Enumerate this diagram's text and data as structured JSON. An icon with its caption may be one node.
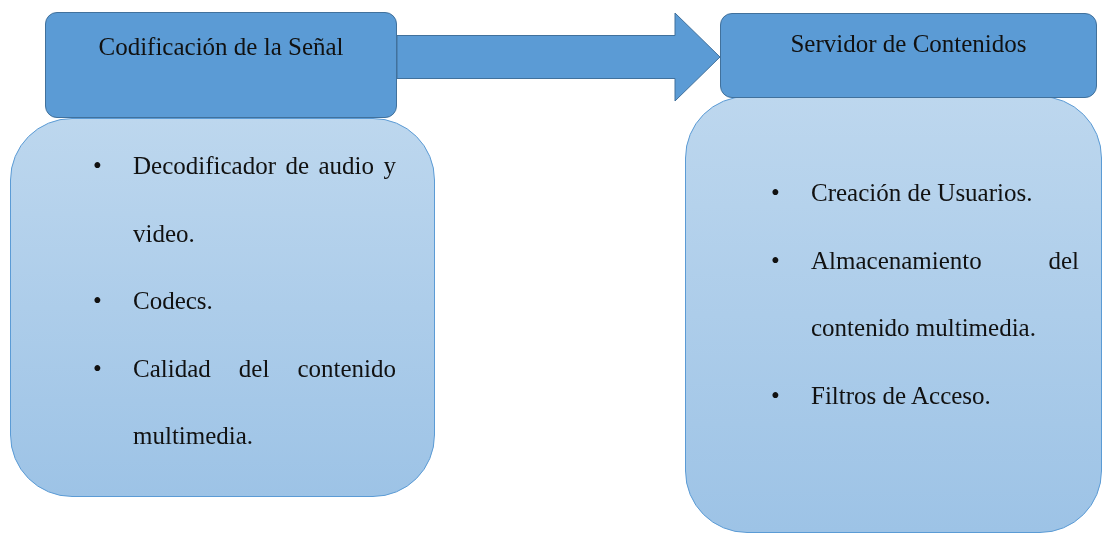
{
  "diagram": {
    "nodes": [
      {
        "text": [
          "Codificación de la Señal"
        ]
      },
      {
        "text": [
          "Decodificador de audio y video.",
          "Codecs.",
          "Calidad del contenido multimedia."
        ]
      },
      {
        "text": [
          "Servidor de Contenidos"
        ]
      },
      {
        "text": [
          "Creación de Usuarios.",
          "Almacenamiento del contenido multimedia.",
          "Filtros de Acceso."
        ]
      }
    ],
    "labels": [
      "•",
      "•",
      "•",
      "•",
      "•",
      "•"
    ],
    "edges": [
      {
        "from": 0,
        "to": 2,
        "arrow": "to"
      }
    ]
  }
}
